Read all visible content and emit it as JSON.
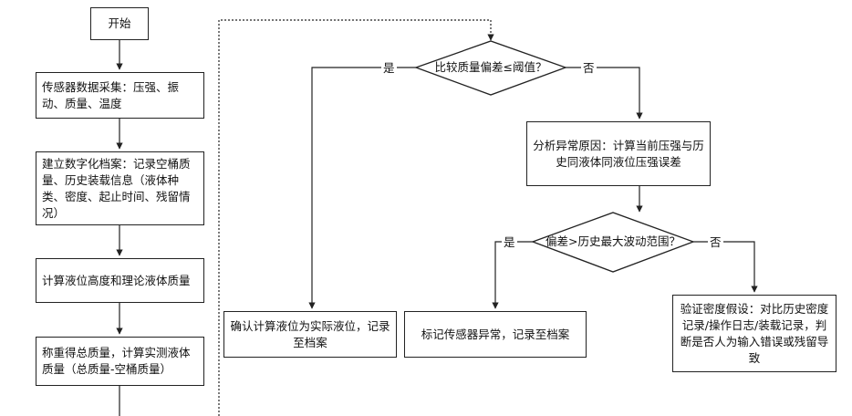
{
  "flowchart": {
    "start": "开始",
    "step1": "传感器数据采集：压强、振动、质量、温度",
    "step2": "建立数字化档案：记录空桶质量、历史装载信息（液体种类、密度、起止时间、残留情况）",
    "step3": "计算液位高度和理论液体质量",
    "step4": "称重得总质量，计算实测液体质量（总质量-空桶质量）",
    "decision1": "比较质量偏差≤阈值？",
    "analyze": "分析异常原因：计算当前压强与历史同液体同液位压强误差",
    "decision2": "偏差>历史最大波动范围？",
    "confirm": "确认计算液位为实际液位，记录至档案",
    "sensor_fault": "标记传感器异常，记录至档案",
    "verify": "验证密度假设：对比历史密度记录/操作日志/装载记录，判断是否人为输入错误或残留导致",
    "yes": "是",
    "no": "否"
  }
}
